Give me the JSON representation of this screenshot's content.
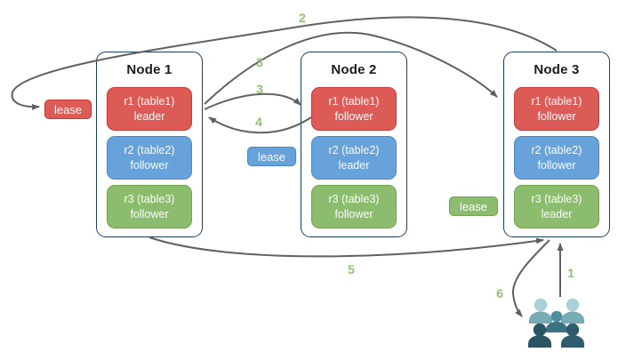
{
  "colors": {
    "red_fill": "#DD5B57",
    "red_border": "#CB3A35",
    "blue_fill": "#67A2DB",
    "blue_border": "#4C88C6",
    "green_fill": "#8CBD6E",
    "green_border": "#72A351",
    "node_fill": "#FFFFFF",
    "node_border": "#1B3C63",
    "arrow": "#606060",
    "step_label": "#8FC472",
    "users_light_head": "#A8D2D8",
    "users_light_body": "#78ACB4",
    "users_mid_head": "#4E8D9D",
    "users_mid_body": "#3C7183",
    "users_dark_a": "#2A5363",
    "users_dark_b": "#2E5C6D"
  },
  "diagram": {
    "nodes": [
      {
        "title": "Node 1",
        "replicas": [
          {
            "name": "r1 (table1)",
            "role": "leader",
            "color": "red"
          },
          {
            "name": "r2 (table2)",
            "role": "follower",
            "color": "blue"
          },
          {
            "name": "r3 (table3)",
            "role": "follower",
            "color": "green"
          }
        ]
      },
      {
        "title": "Node 2",
        "replicas": [
          {
            "name": "r1 (table1)",
            "role": "follower",
            "color": "red"
          },
          {
            "name": "r2 (table2)",
            "role": "leader",
            "color": "blue"
          },
          {
            "name": "r3 (table3)",
            "role": "follower",
            "color": "green"
          }
        ]
      },
      {
        "title": "Node 3",
        "replicas": [
          {
            "name": "r1 (table1)",
            "role": "follower",
            "color": "red"
          },
          {
            "name": "r2 (table2)",
            "role": "follower",
            "color": "blue"
          },
          {
            "name": "r3 (table3)",
            "role": "leader",
            "color": "green"
          }
        ]
      }
    ],
    "leases": [
      {
        "label": "lease",
        "color": "red"
      },
      {
        "label": "lease",
        "color": "blue"
      },
      {
        "label": "lease",
        "color": "green"
      }
    ],
    "steps": {
      "s1": "1",
      "s2": "2",
      "s3a": "3",
      "s3b": "3",
      "s4": "4",
      "s5": "5",
      "s6": "6"
    },
    "icons": {
      "users": "users-group-icon"
    }
  }
}
